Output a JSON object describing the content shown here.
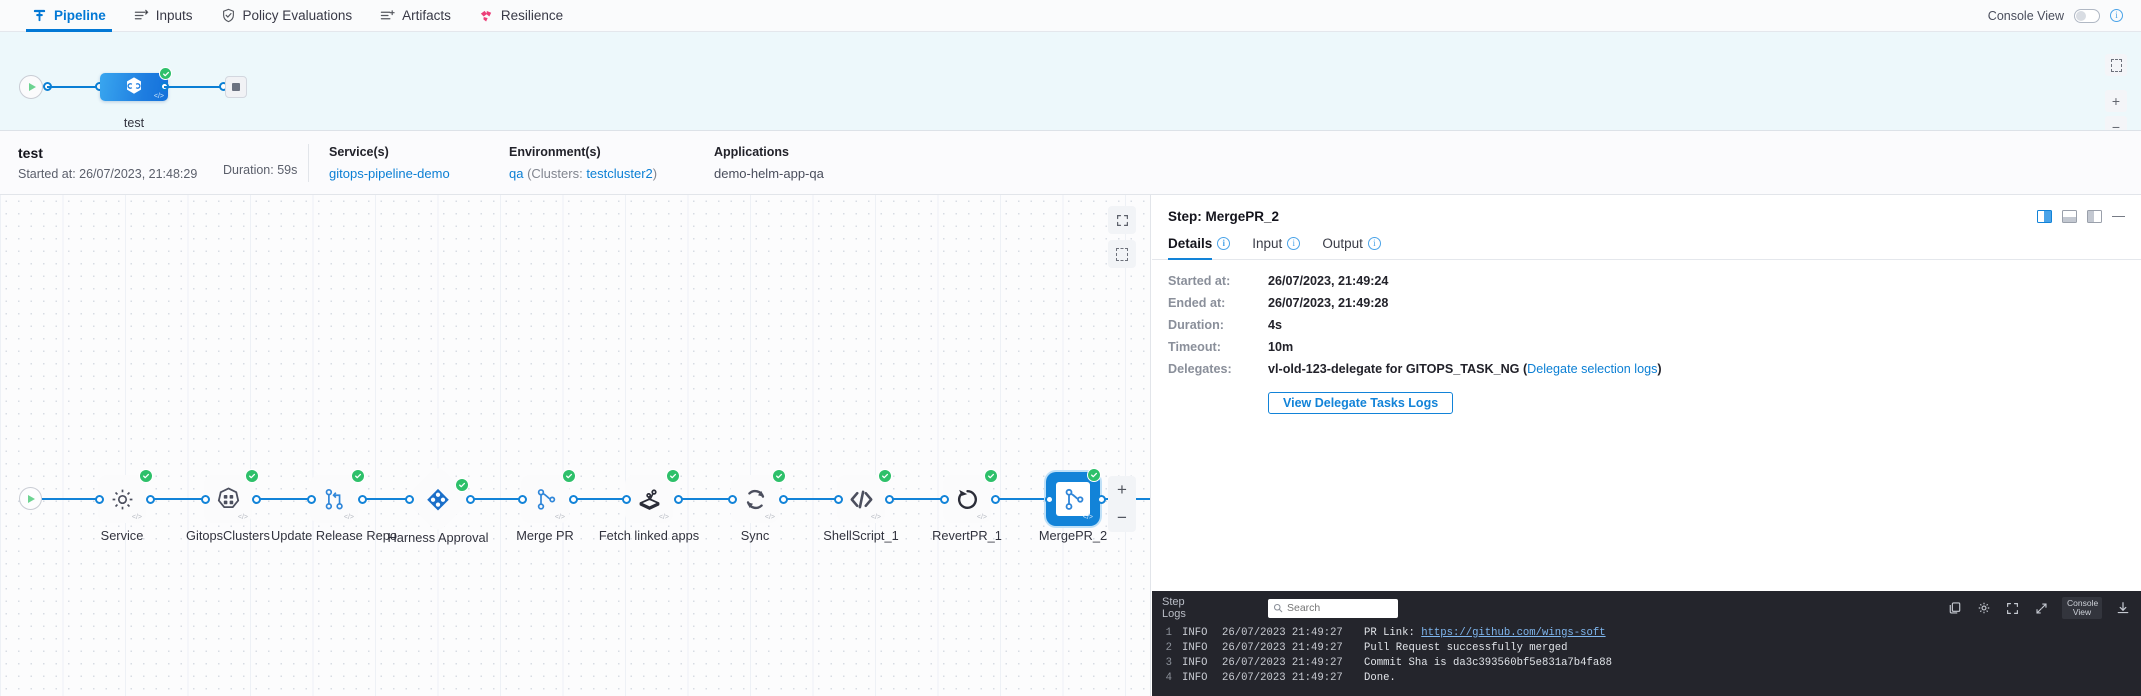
{
  "topnav": {
    "tabs": [
      {
        "label": "Pipeline",
        "icon": "pipeline-icon",
        "active": true
      },
      {
        "label": "Inputs",
        "icon": "inputs-icon",
        "active": false
      },
      {
        "label": "Policy Evaluations",
        "icon": "shield-check-icon",
        "active": false
      },
      {
        "label": "Artifacts",
        "icon": "artifacts-icon",
        "active": false
      },
      {
        "label": "Resilience",
        "icon": "resilience-icon",
        "active": false
      }
    ],
    "console_view_label": "Console View",
    "console_view_on": false,
    "info_glyph": "i"
  },
  "stage_strip": {
    "stage_name": "test",
    "status": "success",
    "start_node": "start-node",
    "end_node": "end-node",
    "tools": [
      "select-area-icon",
      "zoom-in-icon",
      "zoom-out-icon"
    ]
  },
  "exec_header": {
    "name": "test",
    "started_at": "Started at: 26/07/2023, 21:48:29",
    "duration": "Duration: 59s",
    "columns": [
      {
        "label": "Service(s)",
        "value": "gitops-pipeline-demo",
        "link": true
      },
      {
        "label": "Environment(s)",
        "value": "qa",
        "suffix_pre": " (Clusters: ",
        "suffix_link": "testcluster2",
        "suffix_post": ")"
      },
      {
        "label": "Applications",
        "value": "demo-helm-app-qa",
        "link": false
      }
    ]
  },
  "graph": {
    "steps": [
      {
        "name": "Service",
        "icon": "gear-icon",
        "status": "success",
        "shape": "rounded",
        "selected": false
      },
      {
        "name": "GitopsClusters",
        "icon": "gitops-clusters-icon",
        "status": "success",
        "shape": "rounded",
        "selected": false
      },
      {
        "name": "Update Release Repo",
        "icon": "git-branch-icon",
        "status": "success",
        "shape": "rounded",
        "selected": false
      },
      {
        "name": "Harness Approval",
        "icon": "approval-diamond-icon",
        "status": "success",
        "shape": "diamond",
        "selected": false
      },
      {
        "name": "Merge PR",
        "icon": "merge-pr-icon",
        "status": "success",
        "shape": "rounded",
        "selected": false
      },
      {
        "name": "Fetch linked apps",
        "icon": "argo-app-icon",
        "status": "success",
        "shape": "rounded",
        "selected": false
      },
      {
        "name": "Sync",
        "icon": "sync-icon",
        "status": "success",
        "shape": "rounded",
        "selected": false
      },
      {
        "name": "ShellScript_1",
        "icon": "code-brackets-icon",
        "status": "success",
        "shape": "rounded",
        "selected": false
      },
      {
        "name": "RevertPR_1",
        "icon": "revert-icon",
        "status": "success",
        "shape": "rounded",
        "selected": false
      },
      {
        "name": "MergePR_2",
        "icon": "merge-pr-icon",
        "status": "success",
        "shape": "rounded",
        "selected": true
      }
    ],
    "tools": {
      "fullscreen": "fullscreen-icon",
      "select": "select-area-icon",
      "zoom_in": "+",
      "zoom_out": "−"
    }
  },
  "details_panel": {
    "title": "Step: MergePR_2",
    "view_icons": [
      "split-right-view-icon",
      "bottom-view-icon",
      "split-left-view-icon",
      "minimize-icon"
    ],
    "tabs": [
      {
        "label": "Details",
        "active": true
      },
      {
        "label": "Input",
        "active": false
      },
      {
        "label": "Output",
        "active": false
      }
    ],
    "fields": [
      {
        "key": "Started at:",
        "value": "26/07/2023, 21:49:24"
      },
      {
        "key": "Ended at:",
        "value": "26/07/2023, 21:49:28"
      },
      {
        "key": "Duration:",
        "value": "4s"
      },
      {
        "key": "Timeout:",
        "value": "10m"
      }
    ],
    "delegates_key": "Delegates:",
    "delegates_value": "vl-old-123-delegate for GITOPS_TASK_NG (",
    "delegates_link": "Delegate selection logs",
    "delegates_tail": ")",
    "button": "View Delegate Tasks Logs"
  },
  "logs": {
    "panel_title": "Step Logs",
    "search_placeholder": "Search",
    "search_value": "",
    "console_view_btn": "Console View",
    "toolbar_icons": [
      "copy-icon",
      "gear-icon",
      "fullscreen-icon",
      "expand-icon",
      "download-icon"
    ],
    "lines": [
      {
        "no": "1",
        "level": "INFO",
        "ts": "26/07/2023 21:49:27",
        "msg_pre": "PR Link: ",
        "link": "https://github.com/wings-soft",
        "msg_post": ""
      },
      {
        "no": "2",
        "level": "INFO",
        "ts": "26/07/2023 21:49:27",
        "msg_pre": "Pull Request successfully merged",
        "link": "",
        "msg_post": ""
      },
      {
        "no": "3",
        "level": "INFO",
        "ts": "26/07/2023 21:49:27",
        "msg_pre": "Commit Sha is da3c393560bf5e831a7b4fa88",
        "link": "",
        "msg_post": ""
      },
      {
        "no": "4",
        "level": "INFO",
        "ts": "26/07/2023 21:49:27",
        "msg_pre": "Done.",
        "link": "",
        "msg_post": ""
      }
    ]
  },
  "colors": {
    "accent": "#0278d5",
    "link": "#0b7fd4",
    "success": "#2ec06a",
    "node_blue": "#1283d8",
    "stage_band": "#edf8fb",
    "console_bg": "#24252c"
  }
}
